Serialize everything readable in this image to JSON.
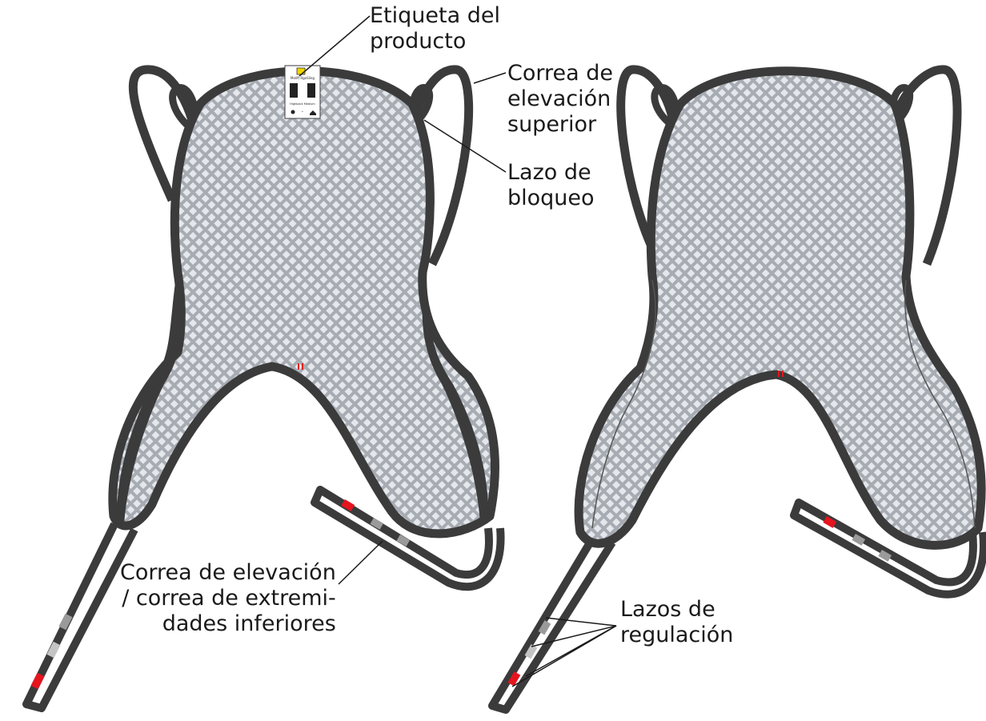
{
  "callouts": {
    "product_label": "Etiqueta del\nproducto",
    "upper_strap": "Correa de\nelevación\nsuperior",
    "lock_loop": "Lazo de\nbloqueo",
    "leg_strap": "Correa de elevación\n/ correa de extremi-\ndades inferiores",
    "adjust_loops": "Lazos de\nregulación"
  },
  "tag": {
    "title": "Molift RgoSling",
    "subtitle": "Highback Medium"
  },
  "colors": {
    "strap_dark": "#3b3b3b",
    "mesh_fill": "#a7acb3",
    "mesh_dot": "#e4e7eb",
    "marker_red": "#e5141e",
    "marker_grey": "#9a9a9a",
    "tag_yellow": "#f2d400"
  }
}
